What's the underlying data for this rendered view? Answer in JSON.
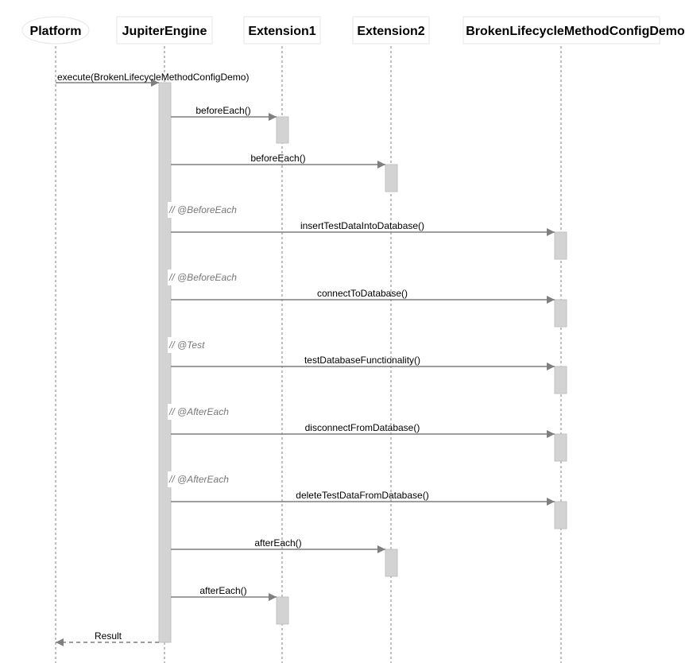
{
  "actors": [
    {
      "id": "platform",
      "label": "Platform"
    },
    {
      "id": "engine",
      "label": "JupiterEngine"
    },
    {
      "id": "ext1",
      "label": "Extension1"
    },
    {
      "id": "ext2",
      "label": "Extension2"
    },
    {
      "id": "demo",
      "label": "BrokenLifecycleMethodConfigDemo"
    }
  ],
  "messages": [
    {
      "id": "execute",
      "label": "execute(BrokenLifecycleMethodConfigDemo)"
    },
    {
      "id": "ext1-beforeeach",
      "label": "beforeEach()"
    },
    {
      "id": "ext2-beforeeach",
      "label": "beforeEach()"
    },
    {
      "id": "insert-test-data",
      "label": "insertTestDataIntoDatabase()",
      "note": "// @BeforeEach"
    },
    {
      "id": "connect",
      "label": "connectToDatabase()",
      "note": "// @BeforeEach"
    },
    {
      "id": "test-functionality",
      "label": "testDatabaseFunctionality()",
      "note": "// @Test"
    },
    {
      "id": "disconnect",
      "label": "disconnectFromDatabase()",
      "note": "// @AfterEach"
    },
    {
      "id": "delete-test-data",
      "label": "deleteTestDataFromDatabase()",
      "note": "// @AfterEach"
    },
    {
      "id": "ext2-aftereach",
      "label": "afterEach()"
    },
    {
      "id": "ext1-aftereach",
      "label": "afterEach()"
    },
    {
      "id": "result",
      "label": "Result"
    }
  ],
  "colors": {
    "line": "#7f7f7f",
    "activation_fill": "#d3d3d3",
    "activation_stroke": "#c0c0c0",
    "note_text": "#777777",
    "header_border": "#e6e6e6"
  }
}
